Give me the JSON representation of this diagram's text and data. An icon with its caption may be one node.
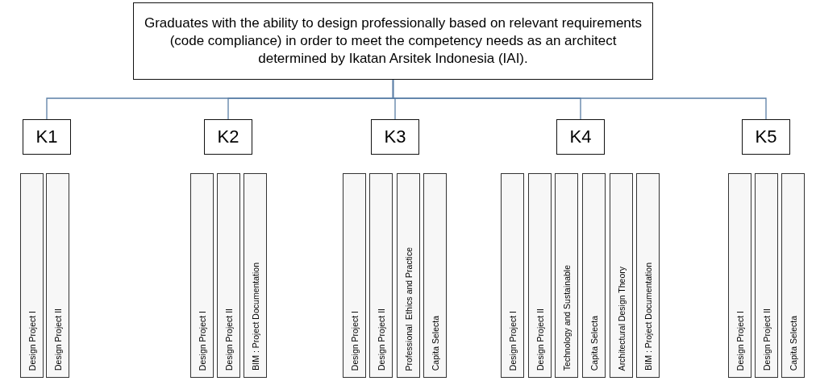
{
  "diagram": {
    "nodes": [
      {
        "text": [
          "Graduates with the ability to design professionally based on relevant requirements (code compliance) in order to meet the competency needs as an architect determined by Ikatan Arsitek Indonesia (IAI)."
        ]
      },
      {
        "text": [
          "K1"
        ]
      },
      {
        "text": [
          "K2"
        ]
      },
      {
        "text": [
          "K3"
        ]
      },
      {
        "text": [
          "K4"
        ]
      },
      {
        "text": [
          "K5"
        ]
      },
      {
        "text": [
          "Design Project I"
        ]
      },
      {
        "text": [
          "Design Project II"
        ]
      },
      {
        "text": [
          "Design Project I"
        ]
      },
      {
        "text": [
          "Design Project II"
        ]
      },
      {
        "text": [
          "BIM : Project Documentation"
        ]
      },
      {
        "text": [
          "Design Project I"
        ]
      },
      {
        "text": [
          "Design Project II"
        ]
      },
      {
        "text": [
          "Professional  Ethics and Practice"
        ]
      },
      {
        "text": [
          "Capita Selecta"
        ]
      },
      {
        "text": [
          "Design Project I"
        ]
      },
      {
        "text": [
          "Design Project II"
        ]
      },
      {
        "text": [
          "Technology and Sustainable"
        ]
      },
      {
        "text": [
          "Capita Selecta"
        ]
      },
      {
        "text": [
          "Architectural Design Theory"
        ]
      },
      {
        "text": [
          "BIM : Project Documentation"
        ]
      },
      {
        "text": [
          "Design Project I"
        ]
      },
      {
        "text": [
          "Design Project II"
        ]
      },
      {
        "text": [
          "Capita Selecta"
        ]
      }
    ],
    "edges": [
      {
        "from": 0,
        "to": 1,
        "arrow": "none"
      },
      {
        "from": 0,
        "to": 2,
        "arrow": "none"
      },
      {
        "from": 0,
        "to": 3,
        "arrow": "none"
      },
      {
        "from": 0,
        "to": 4,
        "arrow": "none"
      },
      {
        "from": 0,
        "to": 5,
        "arrow": "none"
      }
    ]
  }
}
